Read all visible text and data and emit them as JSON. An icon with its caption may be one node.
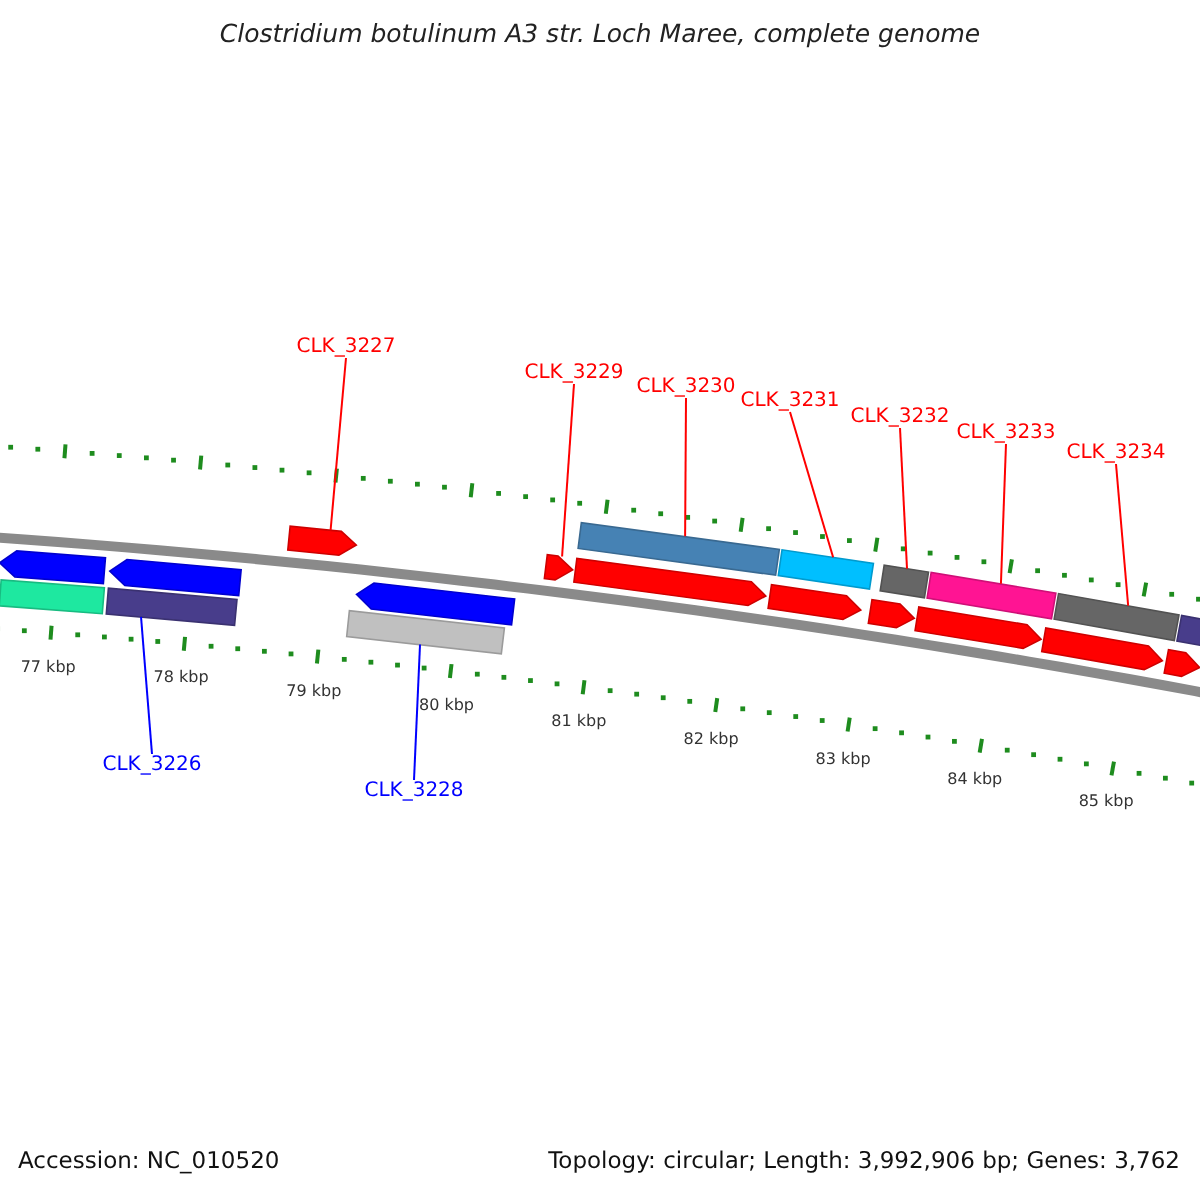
{
  "diagram": {
    "title": "Clostridium botulinum A3 str. Loch Maree, complete genome",
    "nodes": [
      {
        "text": [
          "CLK_3227"
        ]
      },
      {
        "text": [
          "CLK_3229"
        ]
      },
      {
        "text": [
          "CLK_3230"
        ]
      },
      {
        "text": [
          "CLK_3231"
        ]
      },
      {
        "text": [
          "CLK_3232"
        ]
      },
      {
        "text": [
          "CLK_3233"
        ]
      },
      {
        "text": [
          "CLK_3234"
        ]
      },
      {
        "text": [],
        "shape": "bar"
      },
      {
        "text": [],
        "shape": "bar"
      },
      {
        "text": [],
        "shape": "bar"
      },
      {
        "text": [],
        "shape": "bar"
      },
      {
        "text": [],
        "shape": "bar"
      },
      {
        "text": [],
        "shape": "bar"
      },
      {
        "text": [],
        "shape": "pentagon"
      },
      {
        "text": [],
        "shape": "pentagon"
      },
      {
        "text": [],
        "shape": "pentagon"
      },
      {
        "text": [],
        "shape": "pentagon"
      },
      {
        "text": [],
        "shape": "pentagon"
      },
      {
        "text": [],
        "shape": "pentagon"
      },
      {
        "text": [],
        "shape": "pentagon"
      },
      {
        "text": [],
        "shape": "pentagon"
      },
      {
        "text": [],
        "shape": "pentagon"
      },
      {
        "text": [],
        "shape": "pentagon"
      },
      {
        "text": [],
        "shape": "pentagon"
      },
      {
        "text": [],
        "shape": "bar"
      },
      {
        "text": [],
        "shape": "bar"
      },
      {
        "text": [],
        "shape": "bar"
      },
      {
        "text": [
          "CLK_3226"
        ]
      },
      {
        "text": [
          "CLK_3228"
        ]
      }
    ],
    "edges": [
      {
        "from": 0,
        "to": 13,
        "arrow": "none"
      },
      {
        "from": 1,
        "to": 14,
        "arrow": "none"
      },
      {
        "from": 2,
        "to": 7,
        "arrow": "none"
      },
      {
        "from": 3,
        "to": 8,
        "arrow": "none"
      },
      {
        "from": 4,
        "to": 9,
        "arrow": "none"
      },
      {
        "from": 5,
        "to": 10,
        "arrow": "none"
      },
      {
        "from": 6,
        "to": 11,
        "arrow": "none"
      },
      {
        "from": 27,
        "to": 25,
        "arrow": "none",
        "color": "#0000ff"
      },
      {
        "from": 28,
        "to": 26,
        "arrow": "none",
        "color": "#0000ff"
      }
    ],
    "labels": [
      "77 kbp",
      "78 kbp",
      "79 kbp",
      "80 kbp",
      "81 kbp",
      "82 kbp",
      "83 kbp",
      "84 kbp",
      "85 kbp",
      "Accession: NC_010520",
      "Topology: circular; Length: 3,992,906 bp; Genes: 3,762"
    ]
  }
}
